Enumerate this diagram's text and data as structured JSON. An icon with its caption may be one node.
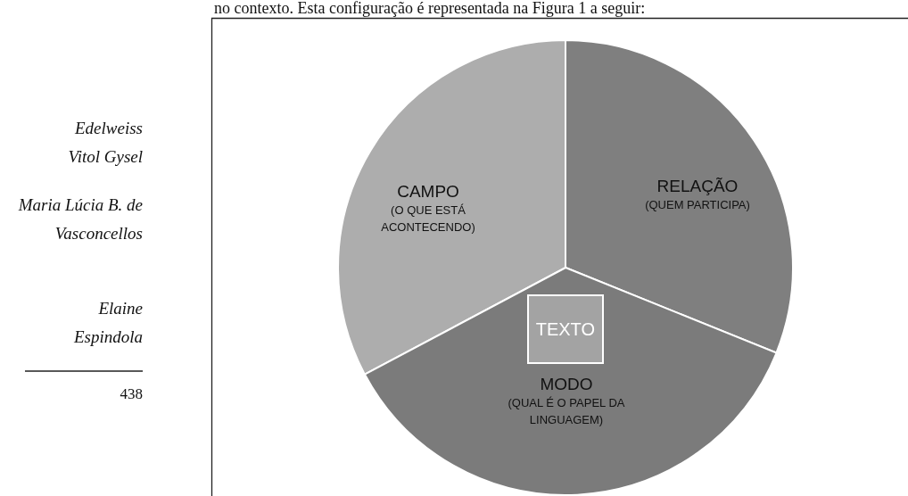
{
  "diagram": {
    "nodes": [
      {
        "text": [
          "CAMPO",
          "(O QUE ESTÁ ACONTECENDO)"
        ]
      },
      {
        "text": [
          "RELAÇÃO",
          "(QUEM PARTICIPA)"
        ]
      },
      {
        "text": [
          "MODO",
          "(QUAL É O PAPEL DA LINGUAGEM)"
        ]
      },
      {
        "text": [
          "TEXTO"
        ],
        "in": 2
      }
    ],
    "labels": [
      "no contexto. Esta configuração é representada na Figura 1 a seguir:",
      "Edelweiss Vitol Gysel",
      "Maria Lúcia B. de Vasconcellos",
      "Elaine Espindola",
      "438"
    ]
  }
}
